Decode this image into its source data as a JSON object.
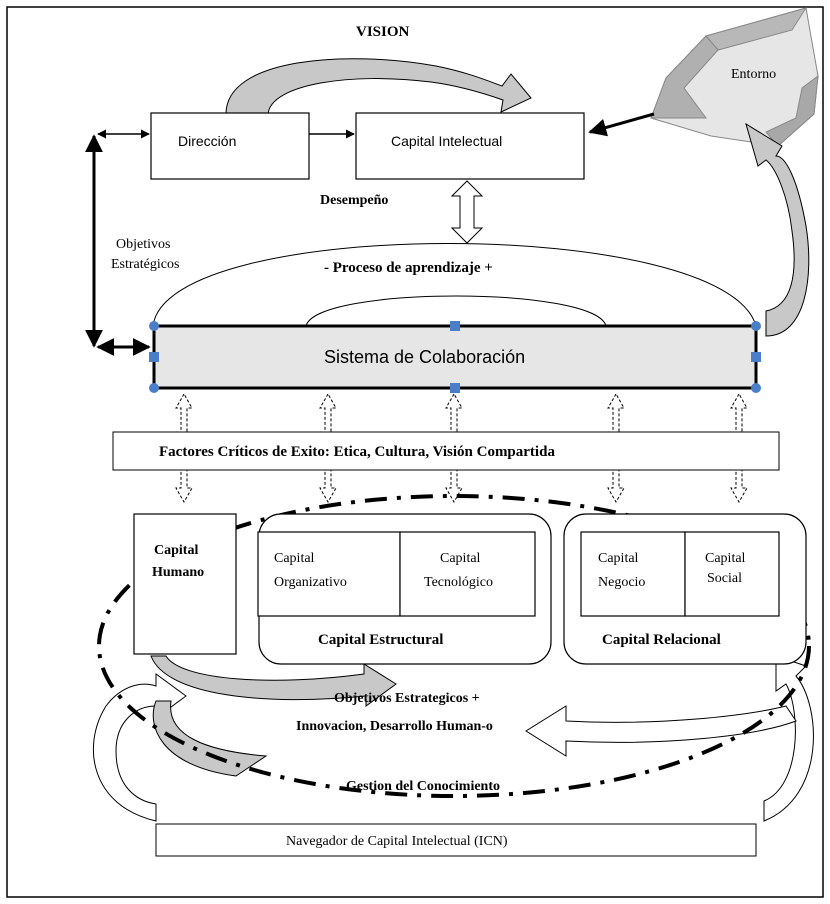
{
  "vision": "VISION",
  "entorno": "Entorno",
  "direccion": "Dirección",
  "capital_intelectual": "Capital Intelectual",
  "desempeno": "Desempeño",
  "objetivos_estrategicos_line1": "Objetivos",
  "objetivos_estrategicos_line2": "Estratégicos",
  "proceso_aprendizaje": "- Proceso de aprendizaje +",
  "sistema_colaboracion": "Sistema de Colaboración",
  "factores": "Factores Críticos de Exito: Etica, Cultura,  Visión Compartida",
  "capital_humano_line1": "Capital",
  "capital_humano_line2": "Humano",
  "capital_organizativo_line1": "Capital",
  "capital_organizativo_line2": "Organizativo",
  "capital_tecnologico_line1": "Capital",
  "capital_tecnologico_line2": "Tecnológico",
  "capital_estructural": "Capital  Estructural",
  "capital_negocio_line1": "Capital",
  "capital_negocio_line2": "Negocio",
  "capital_social_line1": "Capital",
  "capital_social_line2": "Social",
  "capital_relacional": "Capital Relacional",
  "objetivos_bottom_line1": "Objetivos Estrategicos +",
  "objetivos_bottom_line2": "Innovacion, Desarrollo Human-o",
  "gestion_conocimiento": "Gestion del Conocimiento",
  "navegador": "Navegador de Capital Intelectual  (ICN)",
  "colors": {
    "shape_fill": "#c8c8c8",
    "box_fill": "#ffffff",
    "sistema_fill": "#e6e6e6",
    "handle": "#4a7ec9"
  }
}
